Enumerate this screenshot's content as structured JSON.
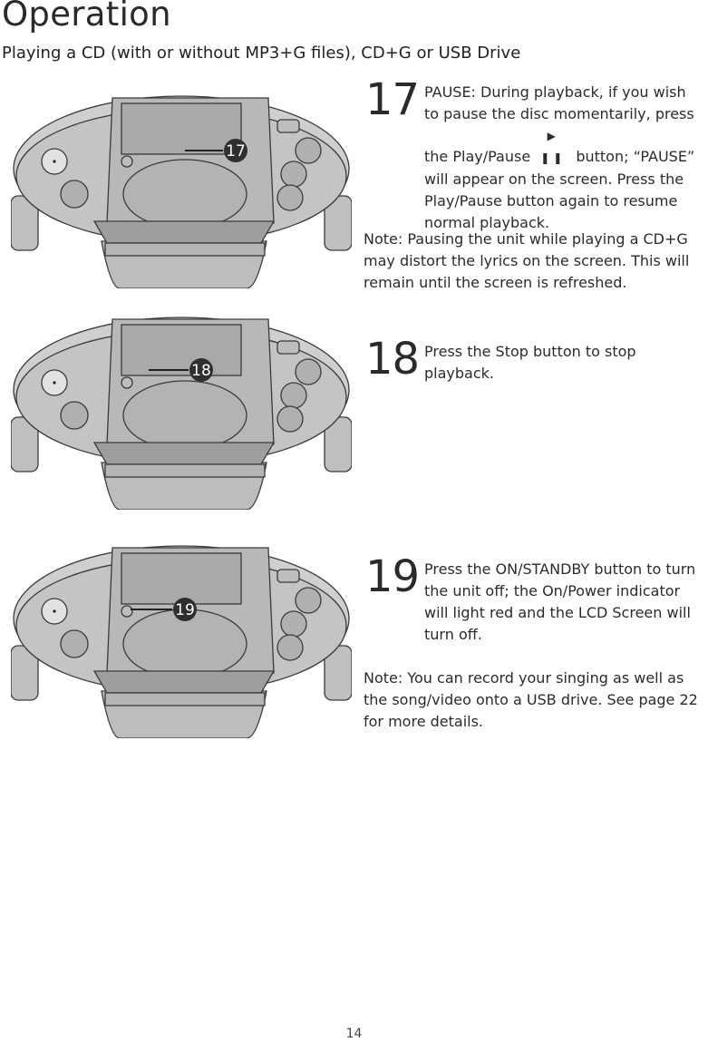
{
  "header": {
    "title": "Operation",
    "subtitle": "Playing a CD (with or without MP3+G files), CD+G or USB Drive"
  },
  "steps": [
    {
      "number": "17",
      "lead": "PAUSE:",
      "text_before_icon": " During playback, if you wish to pause the disc momentarily, press the Play/Pause ",
      "icon_glyph": "▶ ❚❚",
      "text_after_icon": " button; “PAUSE” will appear on the screen. Press the Play/Pause button again to resume normal playback.",
      "callout": "17",
      "note_label": "Note:",
      "note_text": " Pausing the unit while playing a CD+G may distort the lyrics on the screen. This will remain until the screen is refreshed."
    },
    {
      "number": "18",
      "text": "Press the Stop button to stop playback.",
      "callout": "18"
    },
    {
      "number": "19",
      "text": "Press the ON/STANDBY button to turn the unit off; the On/Power indicator will light red and the LCD Screen will turn off.",
      "callout": "19",
      "note_label": "Note:",
      "note_text": " You can record your singing as well as the song/video onto a USB drive. See page 22 for more details."
    }
  ],
  "footer": {
    "page_number": "14"
  },
  "colors": {
    "device_body": "#c9c9c9",
    "device_outline": "#3a3a3a",
    "callout_fill": "#2f2f2f",
    "callout_text": "#ffffff"
  }
}
